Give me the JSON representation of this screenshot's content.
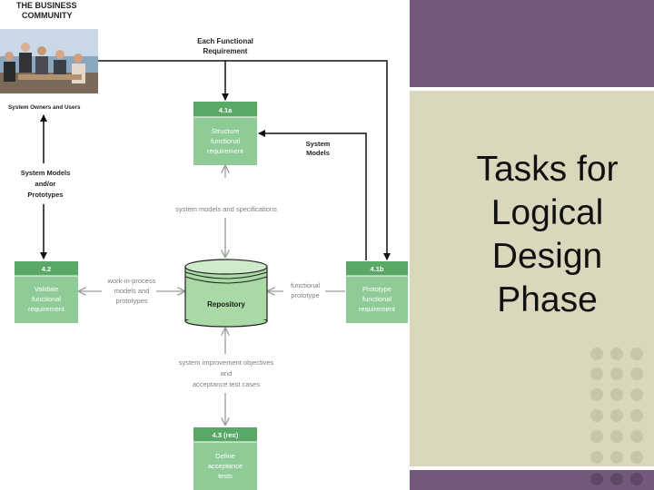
{
  "community": {
    "line1": "THE BUSINESS",
    "line2": "COMMUNITY",
    "owners_label": "System Owners and Users"
  },
  "boxes": {
    "b41a": {
      "num": "4.1a",
      "l1": "Structure",
      "l2": "functional",
      "l3": "requirement"
    },
    "b42": {
      "num": "4.2",
      "l1": "Validate",
      "l2": "functional",
      "l3": "requirement"
    },
    "b41b": {
      "num": "4.1b",
      "l1": "Prototype",
      "l2": "functional",
      "l3": "requirement"
    },
    "b43": {
      "num": "4.3 (rec)",
      "l1": "Define",
      "l2": "acceptance",
      "l3": "tests"
    }
  },
  "repository": {
    "label": "Repository"
  },
  "flows": {
    "each_functional": {
      "l1": "Each Functional",
      "l2": "Requirement"
    },
    "system_models": {
      "l1": "System",
      "l2": "Models"
    },
    "system_models_prototypes": {
      "l1": "System Models",
      "l2": "and/or",
      "l3": "Prototypes"
    },
    "models_specs": "system models and specifications",
    "wip": {
      "l1": "work-in-process",
      "l2": "models and",
      "l3": "prototypes"
    },
    "functional_prototype": {
      "l1": "functional",
      "l2": "prototype"
    },
    "objectives": {
      "l1": "system improvement objectives",
      "l2": "and",
      "l3": "acceptance test cases"
    }
  },
  "title": {
    "line1": "Tasks for",
    "line2": "Logical",
    "line3": "Design",
    "line4": "Phase"
  },
  "colors": {
    "box_fill": "#8fcb96",
    "box_header": "#5aa865",
    "repository": "#a9d9a4",
    "purple": "#735a7a",
    "beige": "#d9d8bd"
  }
}
